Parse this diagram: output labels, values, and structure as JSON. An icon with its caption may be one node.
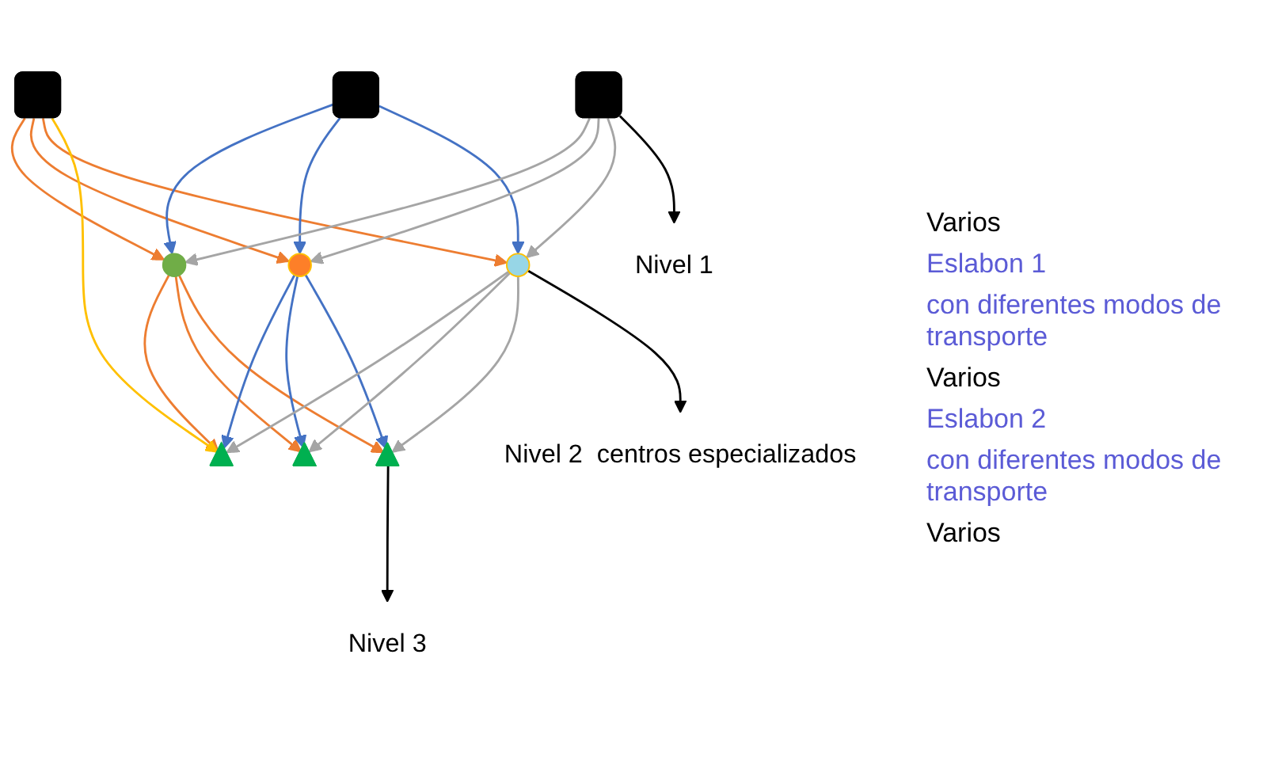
{
  "diagram": {
    "nodes": [
      {
        "text": [],
        "shape": "box"
      },
      {
        "text": [],
        "shape": "box"
      },
      {
        "text": [],
        "shape": "box"
      },
      {
        "text": [],
        "shape": "circle"
      },
      {
        "text": [],
        "shape": "circle"
      },
      {
        "text": [],
        "shape": "circle"
      },
      {
        "text": [],
        "shape": "triangle"
      },
      {
        "text": [],
        "shape": "triangle"
      },
      {
        "text": [],
        "shape": "triangle"
      },
      {
        "text": [
          "Nivel 1"
        ]
      },
      {
        "text": [
          "Nivel 2"
        ],
        "beside": [
          "centros especializados"
        ]
      },
      {
        "text": [
          "Nivel 3"
        ]
      }
    ],
    "edges": [
      {
        "from": 0,
        "to": 3,
        "arrow": "to",
        "color": "#ed7d31"
      },
      {
        "from": 0,
        "to": 4,
        "arrow": "to",
        "color": "#ed7d31"
      },
      {
        "from": 0,
        "to": 5,
        "arrow": "to",
        "color": "#ed7d31"
      },
      {
        "from": 1,
        "to": 3,
        "arrow": "to",
        "color": "#4472c4"
      },
      {
        "from": 1,
        "to": 4,
        "arrow": "to",
        "color": "#4472c4"
      },
      {
        "from": 1,
        "to": 5,
        "arrow": "to",
        "color": "#4472c4"
      },
      {
        "from": 2,
        "to": 3,
        "arrow": "to",
        "color": "#a5a5a5"
      },
      {
        "from": 2,
        "to": 4,
        "arrow": "to",
        "color": "#a5a5a5"
      },
      {
        "from": 2,
        "to": 5,
        "arrow": "to",
        "color": "#a5a5a5"
      },
      {
        "from": 3,
        "to": 6,
        "arrow": "to",
        "color": "#ed7d31"
      },
      {
        "from": 3,
        "to": 7,
        "arrow": "to",
        "color": "#ed7d31"
      },
      {
        "from": 3,
        "to": 8,
        "arrow": "to",
        "color": "#ed7d31"
      },
      {
        "from": 4,
        "to": 6,
        "arrow": "to",
        "color": "#4472c4"
      },
      {
        "from": 4,
        "to": 7,
        "arrow": "to",
        "color": "#4472c4"
      },
      {
        "from": 4,
        "to": 8,
        "arrow": "to",
        "color": "#4472c4"
      },
      {
        "from": 5,
        "to": 6,
        "arrow": "to",
        "color": "#a5a5a5"
      },
      {
        "from": 5,
        "to": 7,
        "arrow": "to",
        "color": "#a5a5a5"
      },
      {
        "from": 5,
        "to": 8,
        "arrow": "to",
        "color": "#a5a5a5"
      },
      {
        "from": 0,
        "to": 6,
        "arrow": "to",
        "color": "#ffc000"
      },
      {
        "from": 2,
        "to": 9,
        "arrow": "to",
        "color": "#000000"
      },
      {
        "from": 5,
        "to": 10,
        "arrow": "to",
        "color": "#000000"
      },
      {
        "from": 8,
        "to": 11,
        "arrow": "to",
        "color": "#000000"
      }
    ],
    "labels": [
      "Varios",
      "Eslabon 1",
      "con diferentes modos de transporte",
      "Varios",
      "Eslabon 2",
      "con diferentes modos de transporte",
      "Varios"
    ]
  }
}
